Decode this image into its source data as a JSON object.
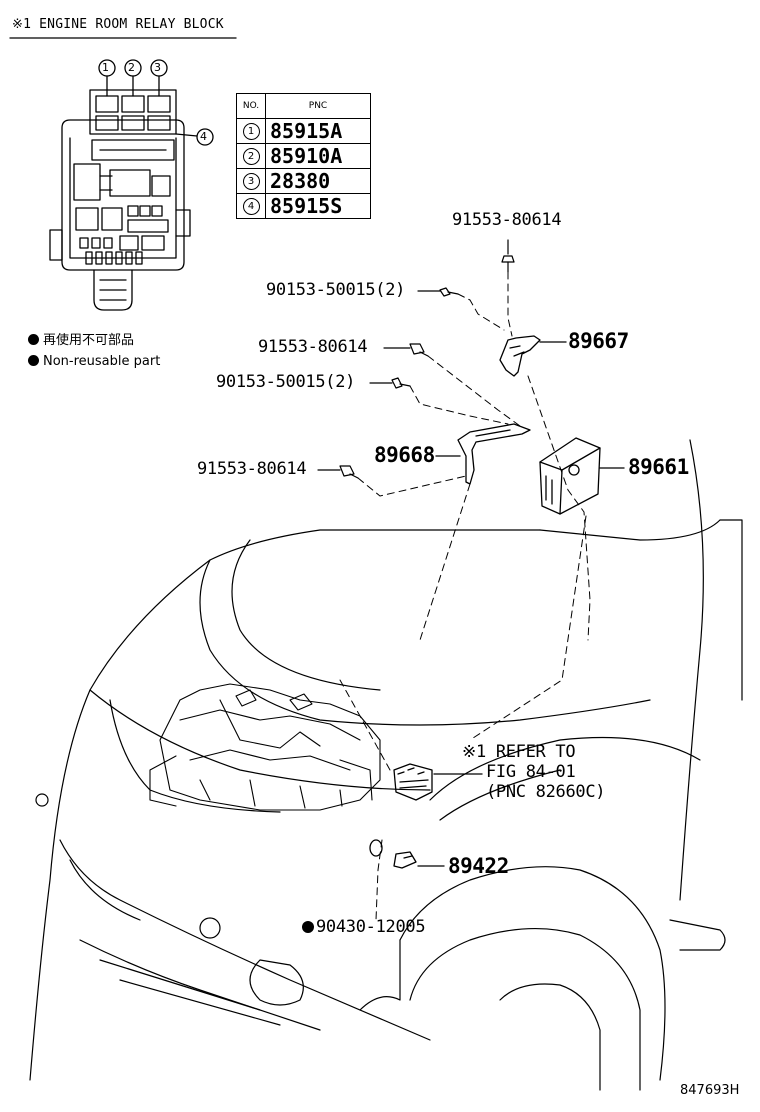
{
  "header": "※1 ENGINE ROOM RELAY BLOCK",
  "relay_block": {
    "callouts": [
      "1",
      "2",
      "3",
      "4"
    ]
  },
  "table": {
    "col_no": "NO.",
    "col_pnc": "PNC",
    "rows": [
      {
        "no": "1",
        "pnc": "85915A"
      },
      {
        "no": "2",
        "pnc": "85910A"
      },
      {
        "no": "3",
        "pnc": "28380"
      },
      {
        "no": "4",
        "pnc": "85915S"
      }
    ]
  },
  "legend": {
    "jp": "再使用不可部品",
    "en": "Non-reusable part"
  },
  "parts": {
    "p_91553_top": "91553-80614",
    "p_90153_a": "90153-50015(2)",
    "p_89667": "89667",
    "p_91553_mid": "91553-80614",
    "p_90153_b": "90153-50015(2)",
    "p_89668": "89668",
    "p_89661": "89661",
    "p_91553_low": "91553-80614",
    "p_89422": "89422",
    "p_90430": "90430-12005"
  },
  "refer": {
    "line1": "※1 REFER TO",
    "line2": "FIG 84-01",
    "line3": "(PNC 82660C)"
  },
  "drawing_id": "847693H"
}
